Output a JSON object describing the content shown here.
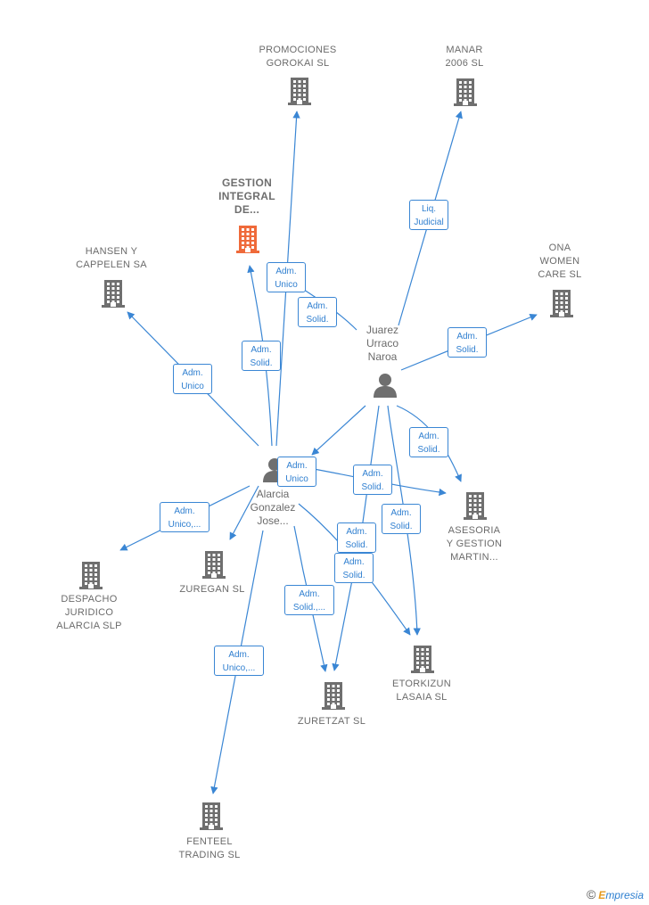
{
  "companies": [
    {
      "id": "promociones",
      "label": "PROMOCIONES\nGOROKAI SL"
    },
    {
      "id": "manar",
      "label": "MANAR\n2006  SL"
    },
    {
      "id": "gestion",
      "label": "GESTION\nINTEGRAL\nDE...",
      "focus": true
    },
    {
      "id": "hansen",
      "label": "HANSEN Y\nCAPPELEN SA"
    },
    {
      "id": "ona",
      "label": "ONA\nWOMEN\nCARE  SL"
    },
    {
      "id": "asesoria",
      "label": "ASESORIA\nY GESTION\nMARTIN..."
    },
    {
      "id": "despacho",
      "label": "DESPACHO\nJURIDICO\nALARCIA  SLP"
    },
    {
      "id": "zuregan",
      "label": "ZUREGAN  SL"
    },
    {
      "id": "etorkizun",
      "label": "ETORKIZUN\nLASAIA  SL"
    },
    {
      "id": "zuretzat",
      "label": "ZURETZAT  SL"
    },
    {
      "id": "fenteel",
      "label": "FENTEEL\nTRADING  SL"
    }
  ],
  "persons": [
    {
      "id": "juarez",
      "label": "Juarez\nUrraco\nNaroa"
    },
    {
      "id": "alarcia",
      "label": "Alarcia\nGonzalez\nJose..."
    }
  ],
  "edges": [
    {
      "id": "e1",
      "label": "Adm.\nUnico"
    },
    {
      "id": "e2",
      "label": "Adm.\nSolid."
    },
    {
      "id": "e3",
      "label": "Adm.\nUnico"
    },
    {
      "id": "e4",
      "label": "Adm.\nSolid."
    },
    {
      "id": "e5",
      "label": "Liq.\nJudicial"
    },
    {
      "id": "e6",
      "label": "Adm.\nSolid."
    },
    {
      "id": "e7",
      "label": "Adm.\nSolid."
    },
    {
      "id": "e8",
      "label": "Adm.\nUnico"
    },
    {
      "id": "e9",
      "label": "Adm.\nSolid."
    },
    {
      "id": "e10",
      "label": "Adm.\nSolid."
    },
    {
      "id": "e11",
      "label": "Adm.\nUnico,..."
    },
    {
      "id": "e12",
      "label": "Adm.\nSolid."
    },
    {
      "id": "e13",
      "label": "Adm.\nSolid."
    },
    {
      "id": "e14",
      "label": "Adm.\nSolid.,..."
    },
    {
      "id": "e15",
      "label": "Adm.\nUnico,..."
    }
  ],
  "colors": {
    "edge": "#3a86d4",
    "building": "#6f6f6f",
    "focus_building": "#ef6a3a",
    "person": "#6f6f6f"
  },
  "brand": {
    "symbol": "©",
    "initial": "E",
    "rest": "mpresia"
  }
}
